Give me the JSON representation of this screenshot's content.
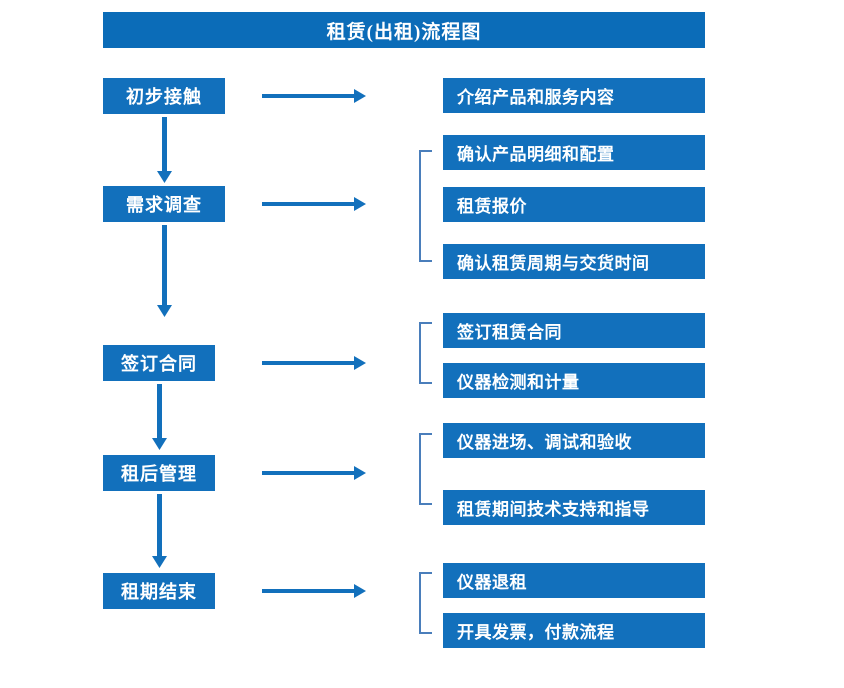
{
  "chart_data": {
    "type": "diagram",
    "title": "租赁(出租)流程图",
    "diagram_kind": "flowchart",
    "orientation": "vertical-with-branches",
    "accent_color": "#1270BC",
    "bracket_color": "#4A7EBB",
    "stages": [
      {
        "label": "初步接触",
        "details": [
          "介绍产品和服务内容"
        ],
        "bracketed": false
      },
      {
        "label": "需求调查",
        "details": [
          "确认产品明细和配置",
          "租赁报价",
          "确认租赁周期与交货时间"
        ],
        "bracketed": true
      },
      {
        "label": "签订合同",
        "details": [
          "签订租赁合同",
          "仪器检测和计量"
        ],
        "bracketed": true
      },
      {
        "label": "租后管理",
        "details": [
          "仪器进场、调试和验收",
          "租赁期间技术支持和指导"
        ],
        "bracketed": true
      },
      {
        "label": "租期结束",
        "details": [
          "仪器退租",
          "开具发票，付款流程"
        ],
        "bracketed": true
      }
    ]
  },
  "header": {
    "title": "租赁(出租)流程图"
  },
  "stages": [
    {
      "label": "初步接触"
    },
    {
      "label": "需求调查"
    },
    {
      "label": "签订合同"
    },
    {
      "label": "租后管理"
    },
    {
      "label": "租期结束"
    }
  ],
  "details": [
    {
      "label": "介绍产品和服务内容"
    },
    {
      "label": "确认产品明细和配置"
    },
    {
      "label": "租赁报价"
    },
    {
      "label": "确认租赁周期与交货时间"
    },
    {
      "label": "签订租赁合同"
    },
    {
      "label": "仪器检测和计量"
    },
    {
      "label": "仪器进场、调试和验收"
    },
    {
      "label": "租赁期间技术支持和指导"
    },
    {
      "label": "仪器退租"
    },
    {
      "label": "开具发票，付款流程"
    }
  ]
}
